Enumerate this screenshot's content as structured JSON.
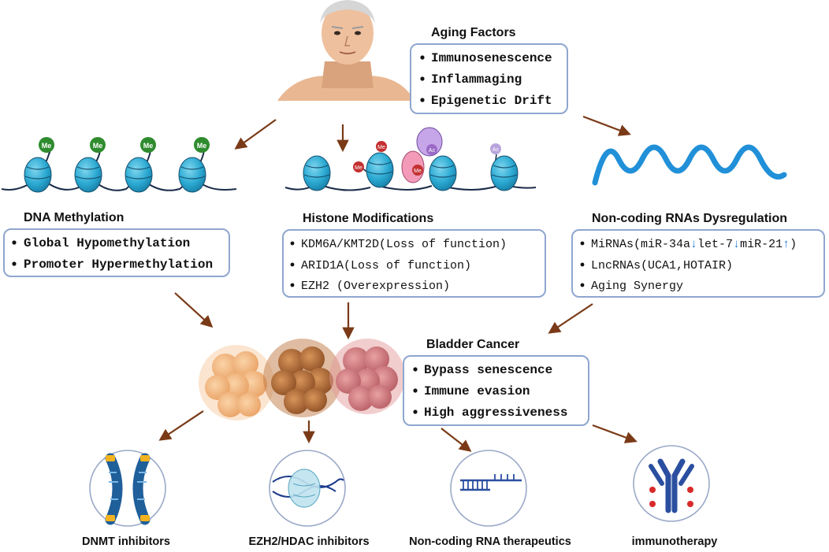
{
  "aging": {
    "heading": "Aging Factors",
    "items": [
      "Immunosenescence",
      "Inflammaging",
      "Epigenetic Drift"
    ]
  },
  "dna_methylation": {
    "heading": "DNA Methylation",
    "items": [
      "Global Hypomethylation",
      "Promoter Hypermethylation"
    ],
    "mark": "Me"
  },
  "histone": {
    "heading": "Histone Modifications",
    "items": [
      "KDM6A/KMT2D(Loss of function)",
      "ARID1A(Loss of function)",
      "EZH2 (Overexpression)"
    ],
    "mark_me": "Me",
    "mark_ac": "Ac"
  },
  "ncrna": {
    "heading": "Non-coding RNAs Dysregulation",
    "item1_parts": [
      "MiRNAs(miR-34a",
      "↓",
      "let-7",
      "↓",
      "miR-21",
      "↑",
      ")"
    ],
    "items": [
      "LncRNAs(UCA1,HOTAIR)",
      "Aging Synergy"
    ]
  },
  "bladder": {
    "heading": "Bladder Cancer",
    "items": [
      "Bypass senescence",
      "Immune evasion",
      "High aggressiveness"
    ]
  },
  "therapies": [
    "DNMT inhibitors",
    "EZH2/HDAC inhibitors",
    "Non-coding RNA therapeutics",
    "immunotherapy"
  ],
  "colors": {
    "arrow": "#7a3a17",
    "box_border": "#8fa6cf",
    "nucleosome": "#2ba9d2",
    "methyl_mark": "#2e8b2e",
    "rna_wave": "#2190d8",
    "down_arrow": "#2a7fd4"
  }
}
